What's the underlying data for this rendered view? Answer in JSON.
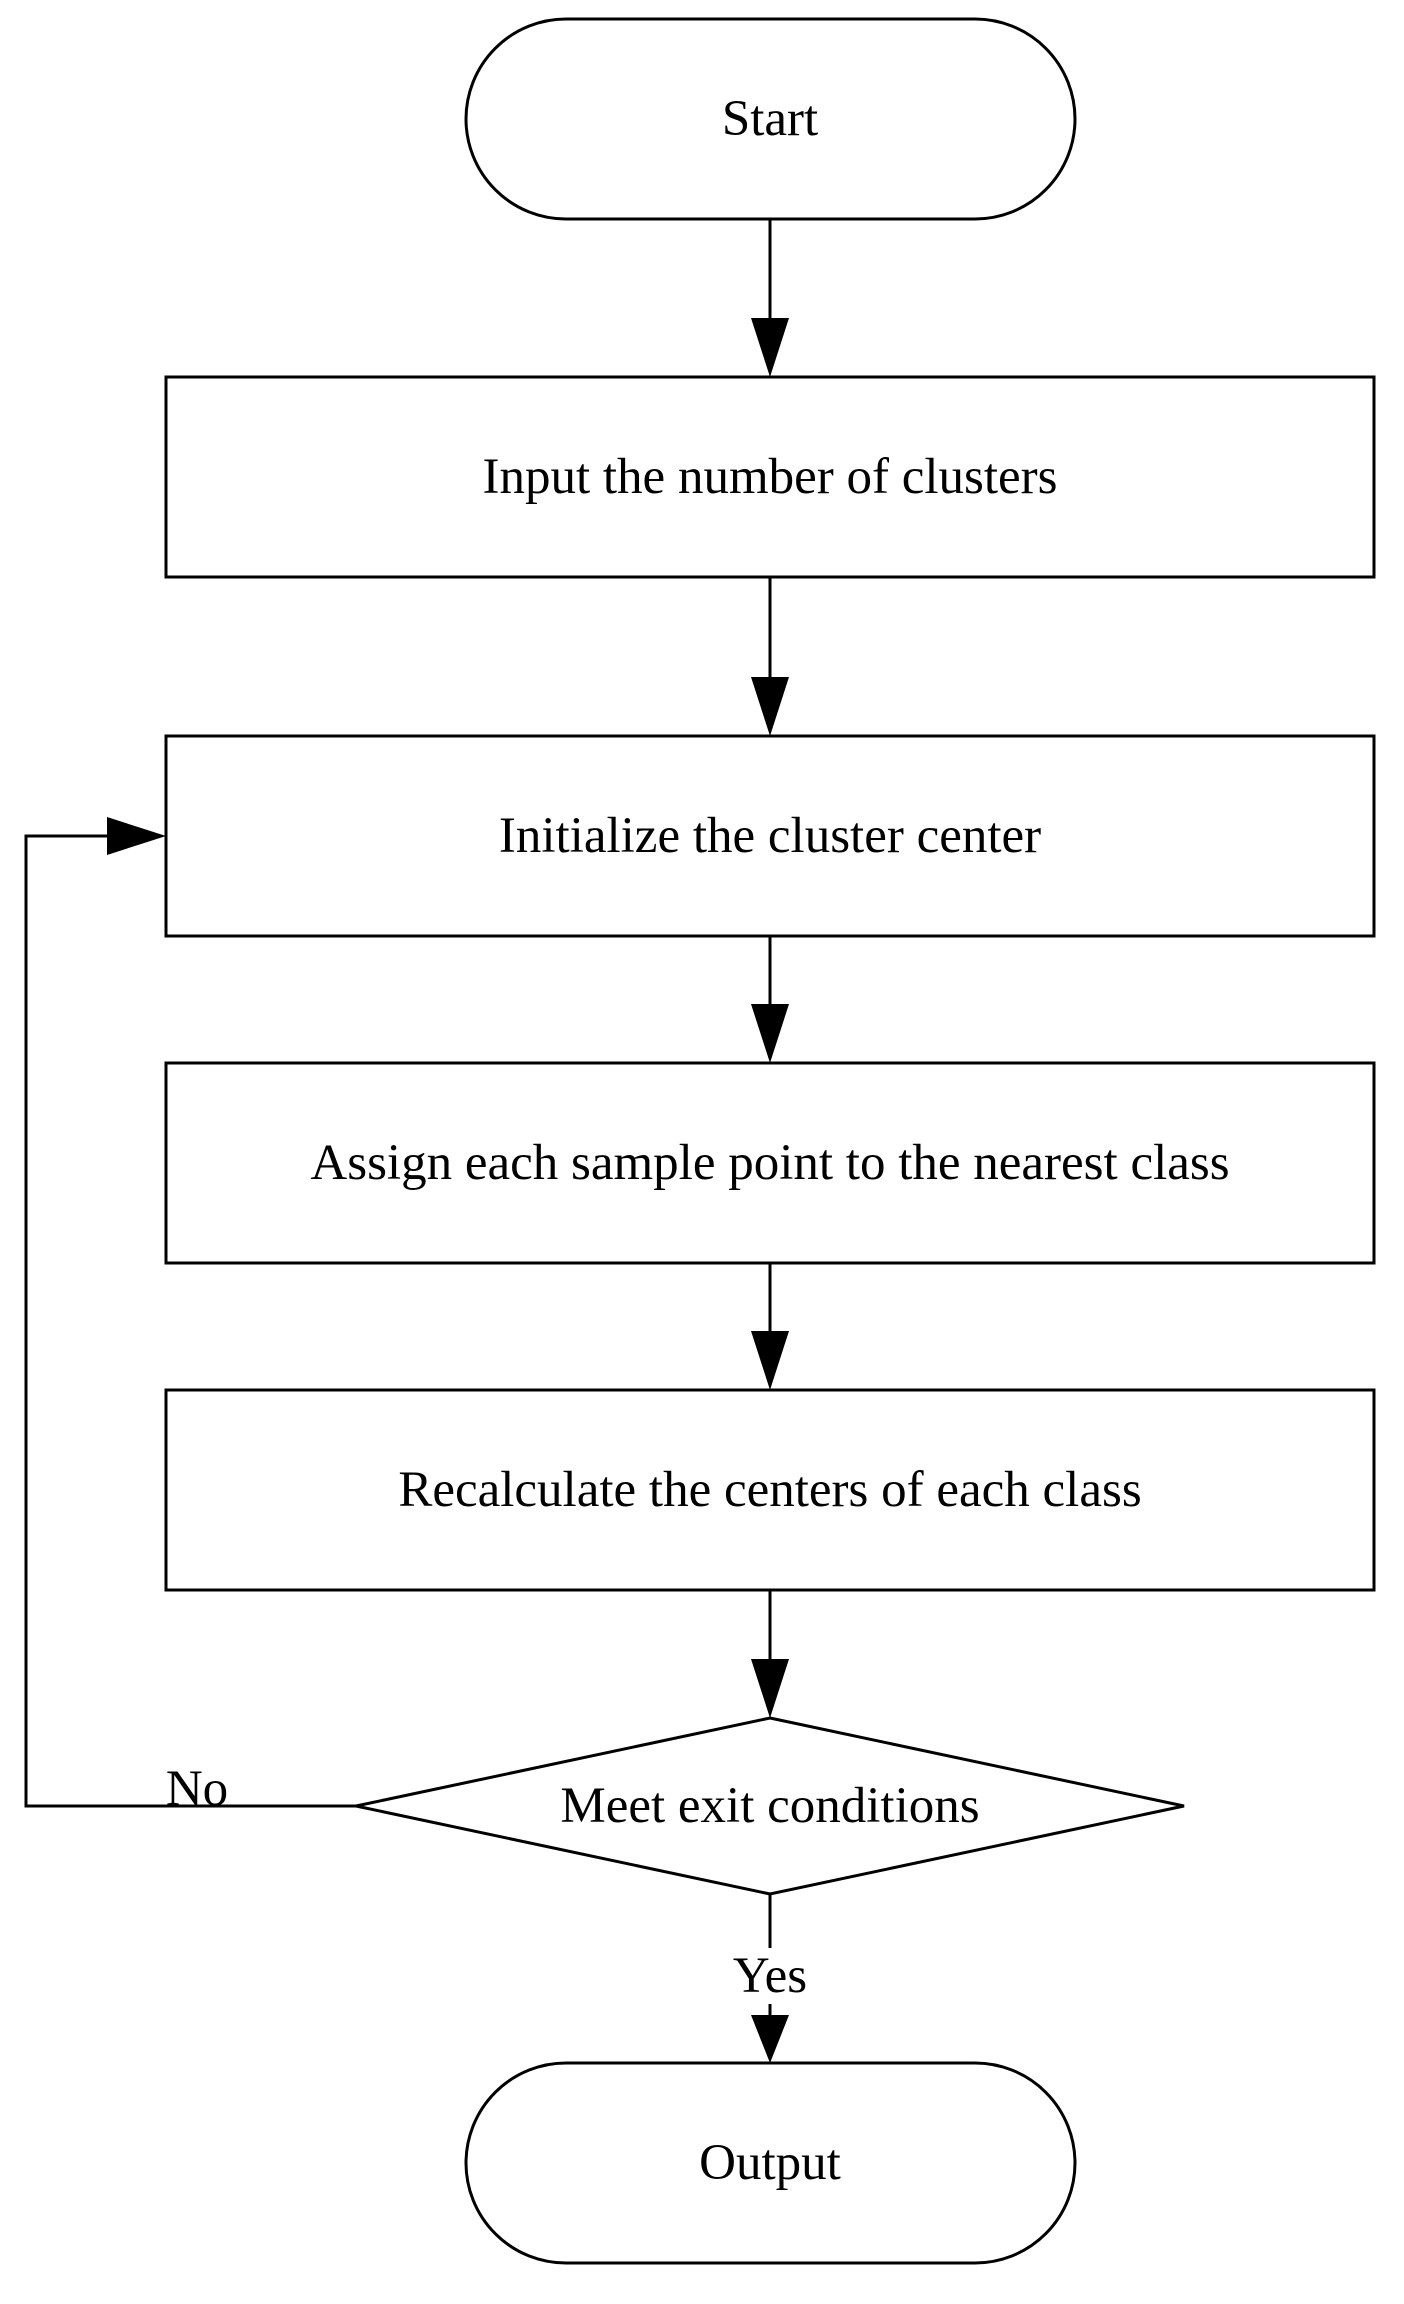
{
  "diagram": {
    "nodes": {
      "start": {
        "label": "Start",
        "shape": "terminator"
      },
      "input": {
        "label": "Input the number of clusters",
        "shape": "process"
      },
      "init": {
        "label": "Initialize the cluster center",
        "shape": "process"
      },
      "assign": {
        "label": "Assign each sample point to the nearest class",
        "shape": "process"
      },
      "recalc": {
        "label": "Recalculate the centers of each class",
        "shape": "process"
      },
      "decision": {
        "label": "Meet exit conditions",
        "shape": "decision"
      },
      "output": {
        "label": "Output",
        "shape": "terminator"
      }
    },
    "edges": {
      "start_input": {
        "from": "start",
        "to": "input",
        "label": ""
      },
      "input_init": {
        "from": "input",
        "to": "init",
        "label": ""
      },
      "init_assign": {
        "from": "init",
        "to": "assign",
        "label": ""
      },
      "assign_recalc": {
        "from": "assign",
        "to": "recalc",
        "label": ""
      },
      "recalc_decision": {
        "from": "recalc",
        "to": "decision",
        "label": ""
      },
      "decision_output": {
        "from": "decision",
        "to": "output",
        "label": "Yes"
      },
      "decision_init": {
        "from": "decision",
        "to": "init",
        "label": "No"
      }
    }
  }
}
